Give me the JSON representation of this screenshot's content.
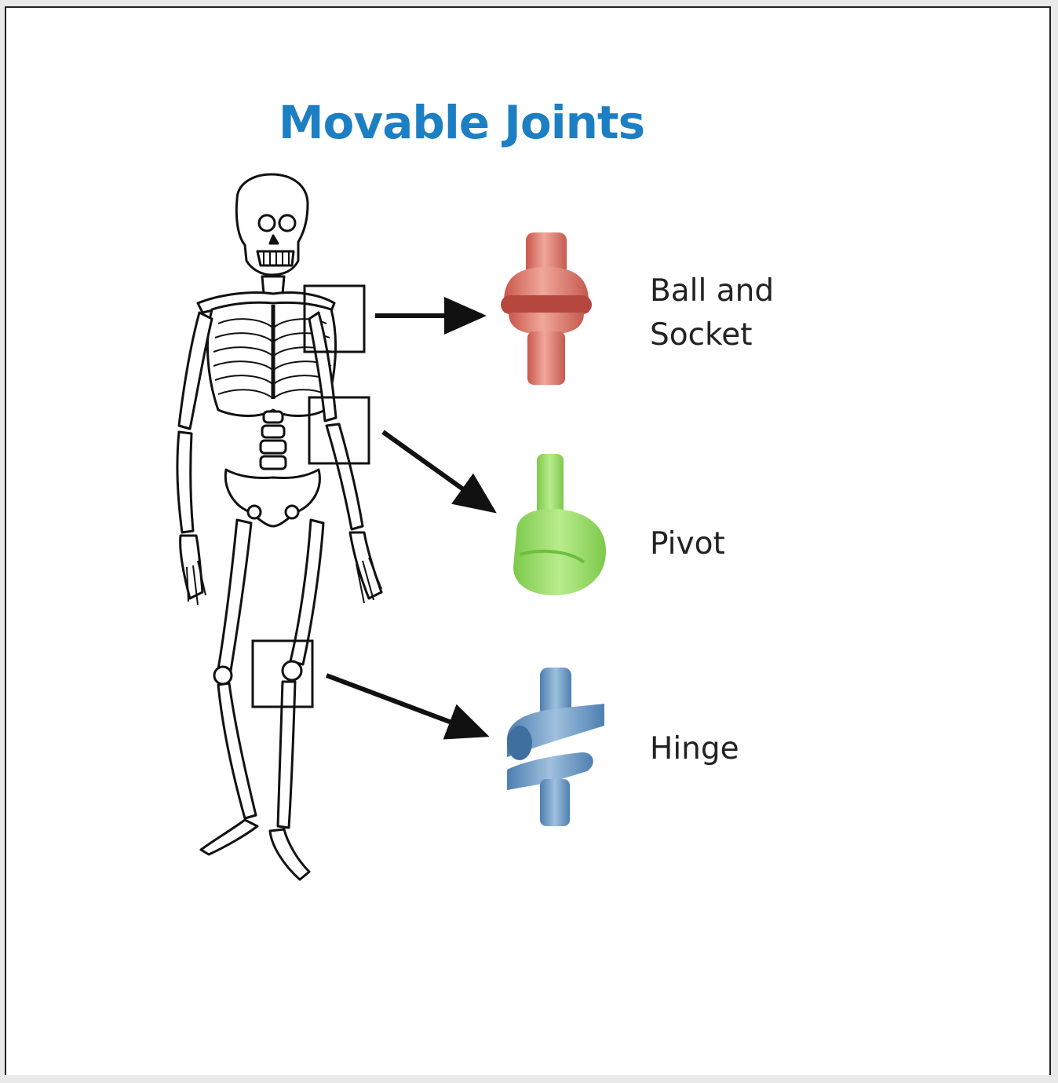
{
  "diagram": {
    "title": "Movable Joints",
    "joints": [
      {
        "key": "ball",
        "label": "Ball and Socket",
        "color": "#d8766b"
      },
      {
        "key": "pivot",
        "label": "Pivot",
        "color": "#8fd45a"
      },
      {
        "key": "hinge",
        "label": "Hinge",
        "color": "#6a98c4"
      }
    ],
    "colors": {
      "title": "#1d7fc3",
      "ink": "#111111"
    }
  }
}
